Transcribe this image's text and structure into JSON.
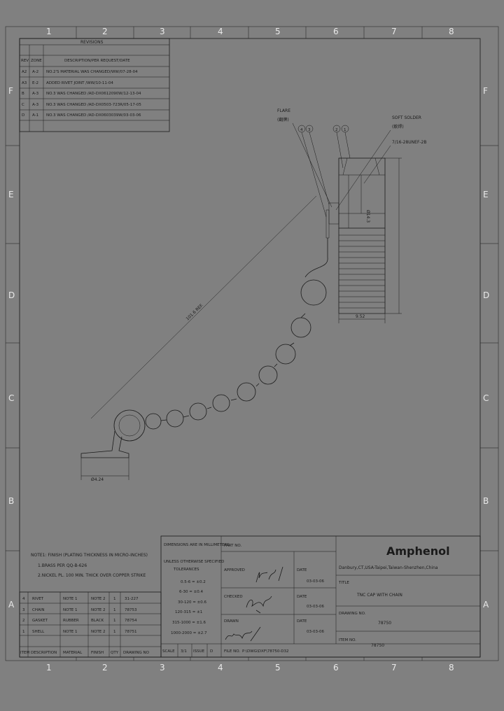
{
  "zones": {
    "columns": [
      "1",
      "2",
      "3",
      "4",
      "5",
      "6",
      "7",
      "8"
    ],
    "rows": [
      "F",
      "E",
      "D",
      "C",
      "B",
      "A"
    ]
  },
  "revisions": {
    "title": "REVISIONS",
    "headers": [
      "REV",
      "ZONE",
      "DESCRIPTION/PER REQUEST/DATE"
    ],
    "rows": [
      [
        "A2",
        "A-2",
        "NO.2'S MATERIAL WAS CHANGED/WW/07-28-04"
      ],
      [
        "A3",
        "E-2",
        "ADDED RIVET JOINT /WW/10-11-04"
      ],
      [
        "B",
        "A-3",
        "NO.3 WAS CHANGED /AD-DX0612090W/12-13-04"
      ],
      [
        "C",
        "A-3",
        "NO.3 WAS CHANGED /AD-DX0503-723R/05-17-05"
      ],
      [
        "D",
        "A-1",
        "NO.3 WAS CHANGED /AD-DX0603039W/03-03-06"
      ]
    ]
  },
  "callouts": {
    "flare": "FLARE",
    "flare_cn": "(翻牌)",
    "soft_solder": "SOFT SOLDER",
    "soft_solder_cn": "(軟焊)",
    "thread": "7/16-28UNEF-2B",
    "item4": "4",
    "item3": "3",
    "item2": "2",
    "item1": "1"
  },
  "dimensions": {
    "dia_cap": "Ø14.3",
    "length_cap": "9.52",
    "chain_ref": "101.6 REF.",
    "dia_ring": "Ø4.24"
  },
  "notes": {
    "line1": "NOTE1: FINISH (PLATING THICKNESS IN MICRO-INCHES)",
    "line2": "1.BRASS PER QQ-B-626",
    "line3": "2.NICKEL PL. 100 MIN. THICK OVER COPPER STRIKE"
  },
  "bom": {
    "headers": [
      "ITEM",
      "DESCRIPTION",
      "MATERIAL",
      "FINISH",
      "QTY",
      "DRAWING NO"
    ],
    "rows": [
      [
        "4",
        "RIVET",
        "NOTE 1",
        "NOTE 2",
        "1",
        "31-227"
      ],
      [
        "3",
        "CHAIN",
        "NOTE 1",
        "NOTE 2",
        "1",
        "78753"
      ],
      [
        "2",
        "GASKET",
        "RUBBER",
        "BLACK",
        "1",
        "78754"
      ],
      [
        "1",
        "SHELL",
        "NOTE 1",
        "NOTE 2",
        "1",
        "78751"
      ]
    ]
  },
  "tolerances": {
    "units": "DIMENSIONS ARE IN MILLIMETERS",
    "unless": "UNLESS OTHERWISE SPECIFIED",
    "label": "TOLERANCES",
    "rows": [
      "0.5-6 = ±0.2",
      "6-30 = ±0.4",
      "30-120 = ±0.6",
      "120-315 = ±1",
      "315-1000 = ±1.6",
      "1000-2000 = ±2.7"
    ]
  },
  "approvals": {
    "part_no_label": "PART NO.",
    "approved_label": "APPROVED",
    "checked_label": "CHECKED",
    "drawn_label": "DRAWN",
    "date_label": "DATE",
    "approved_date": "03-03-06",
    "checked_date": "03-03-06",
    "drawn_date": "03-03-06"
  },
  "title_block": {
    "company": "Amphenol",
    "locations": "Danbury,CT,USA-Taipei,Taiwan-Shenzhen,China",
    "title_label": "TITLE",
    "title": "TNC CAP WITH CHAIN",
    "drawing_no_label": "DRAWING NO.",
    "drawing_no": "78750",
    "item_no_label": "ITEM NO.",
    "item_no": "78750"
  },
  "footer": {
    "scale_label": "SCALE",
    "scale": "3/1",
    "issue_label": "ISSUE",
    "issue": "D",
    "file_label": "FILE NO.",
    "file": "P:\\DWG\\DXF\\78750-D32"
  }
}
